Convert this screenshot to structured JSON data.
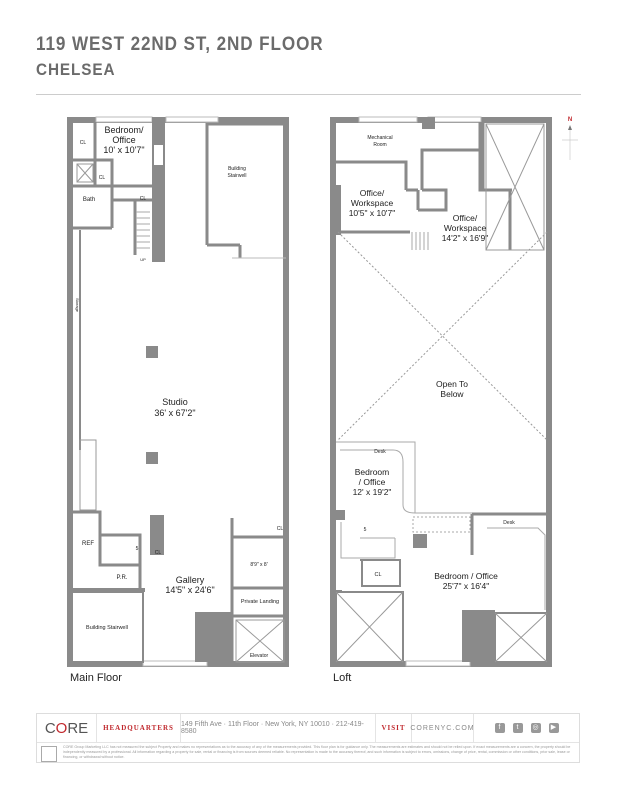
{
  "header": {
    "title": "119 WEST 22ND ST, 2ND FLOOR",
    "subtitle": "CHELSEA"
  },
  "compass": {
    "label": "N",
    "color": "#c0282d"
  },
  "main_floor": {
    "label": "Main Floor",
    "rooms": {
      "bedroom_1": "Bedroom/",
      "bedroom_2": "Office",
      "bedroom_3": "10' x 10'7\"",
      "cl1": "CL",
      "cl2": "CL",
      "cl3": "CL",
      "cl4": "CL",
      "cl5": "CL",
      "bath": "Bath",
      "up": "UP",
      "storage": "Storage",
      "stair_top_1": "Building",
      "stair_top_2": "Stairwell",
      "studio": "Studio",
      "studio_dim": "36' x 67'2\"",
      "ref": "REF",
      "steps": "5",
      "pr": "P.R.",
      "gallery": "Gallery",
      "gallery_dim": "14'5\" x 24'6\"",
      "small_room": "8'9\" x 8'",
      "private_landing": "Private Landing",
      "building_stairwell": "Building Stairwell",
      "elevator": "Elevator"
    }
  },
  "loft": {
    "label": "Loft",
    "rooms": {
      "mech_1": "Mechanical",
      "mech_2": "Room",
      "office1_1": "Office/",
      "office1_2": "Workspace",
      "office1_dim": "10'5\" x 10'7\"",
      "office2_1": "Office/",
      "office2_2": "Workspace",
      "office2_dim": "14'2\" x 16'9\"",
      "open_1": "Open To",
      "open_2": "Below",
      "desk1": "Desk",
      "bed1_1": "Bedroom",
      "bed1_2": "/ Office",
      "bed1_dim": "12' x 19'2\"",
      "steps": "5",
      "cl": "CL",
      "desk2": "Desk",
      "bed2": "Bedroom / Office",
      "bed2_dim": "25'7\" x 16'4\""
    }
  },
  "footer": {
    "logo": "CORE",
    "hq_label": "HEADQUARTERS",
    "address": "149 Fifth Ave · 11th Floor · New York, NY 10010 · 212-419-8580",
    "visit_label": "VISIT",
    "website": "CORENYC.COM",
    "social": [
      "facebook-icon",
      "twitter-icon",
      "instagram-icon",
      "youtube-icon"
    ],
    "disclaimer": "CORE Group Marketing LLC has not measured the subject Property and makes no representations as to the accuracy of any of the measurements provided. This floor plan is for guidance only. The measurements are estimates and should not be relied upon. If exact measurements are a concern, the property should be independently measured by a professional. All information regarding a property for sale, rental or financing is from sources deemed reliable. No representation is made to the accuracy thereof, and such information is subject to errors, omissions, change of price, rental, commission or other conditions, prior sale, lease or financing, or withdrawal without notice.",
    "accent": "#c0282d"
  }
}
